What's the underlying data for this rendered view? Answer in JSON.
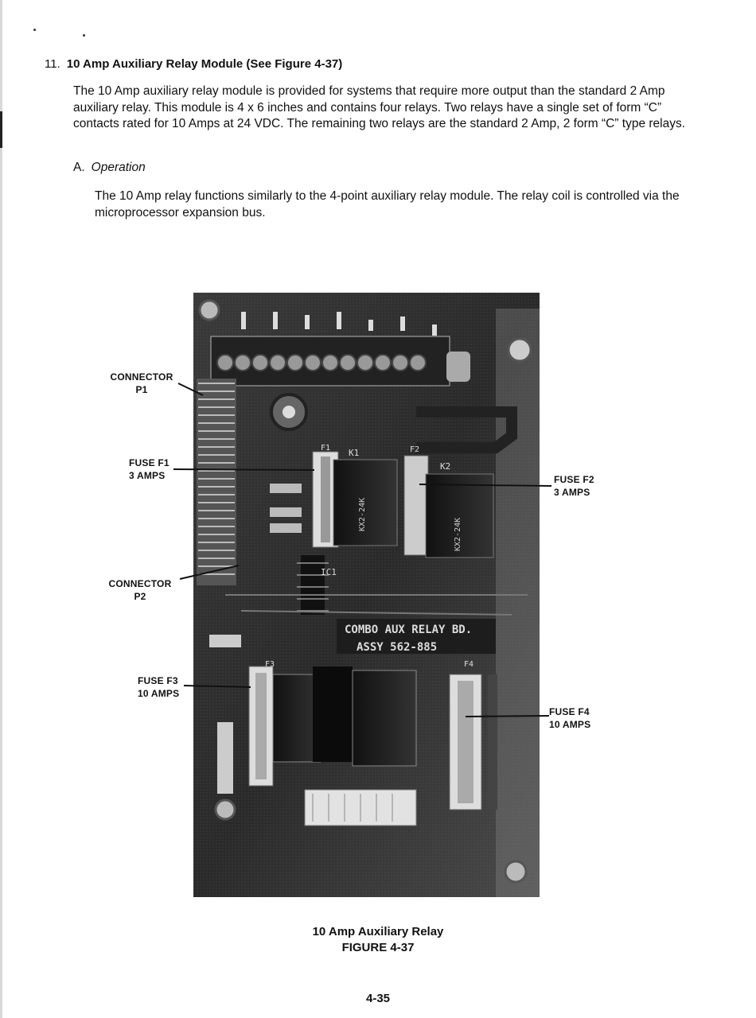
{
  "section": {
    "number": "11.",
    "title": "10 Amp Auxiliary Relay Module (See Figure 4-37)"
  },
  "intro_paragraph": "The 10 Amp auxiliary relay module is provided for systems that require more output than the standard 2 Amp auxiliary relay. This module is 4 x 6 inches and contains four relays. Two relays have a single set of form “C” contacts rated for 10 Amps at 24 VDC. The remaining two relays are the standard 2 Amp, 2 form “C” type relays.",
  "subsection": {
    "letter": "A.",
    "title": "Operation"
  },
  "operation_paragraph": "The 10 Amp relay functions similarly to the 4-point auxiliary relay module. The relay coil is controlled via the microprocessor expansion bus.",
  "callouts": {
    "connector_p1": {
      "line1": "CONNECTOR",
      "line2": "P1"
    },
    "fuse_f1": {
      "line1": "FUSE F1",
      "line2": "3 AMPS"
    },
    "fuse_f2": {
      "line1": "FUSE F2",
      "line2": "3 AMPS"
    },
    "connector_p2": {
      "line1": "CONNECTOR",
      "line2": "P2"
    },
    "fuse_f3": {
      "line1": "FUSE F3",
      "line2": "10 AMPS"
    },
    "fuse_f4": {
      "line1": "FUSE F4",
      "line2": "10 AMPS"
    }
  },
  "board_markings": {
    "silkscreen_1": "COMBO AUX RELAY BD.",
    "silkscreen_2": "ASSY 562-885",
    "relay_k1": "K1",
    "relay_k2": "K2",
    "relay_top_1": "KX2-24K",
    "relay_top_2": "KX2-24K",
    "ic": "IC1",
    "fuse_f1": "F1",
    "fuse_f2": "F2",
    "fuse_f3": "F3",
    "fuse_f4": "F4"
  },
  "figure": {
    "caption": "10 Amp Auxiliary Relay",
    "number": "FIGURE 4-37"
  },
  "page_number": "4-35"
}
